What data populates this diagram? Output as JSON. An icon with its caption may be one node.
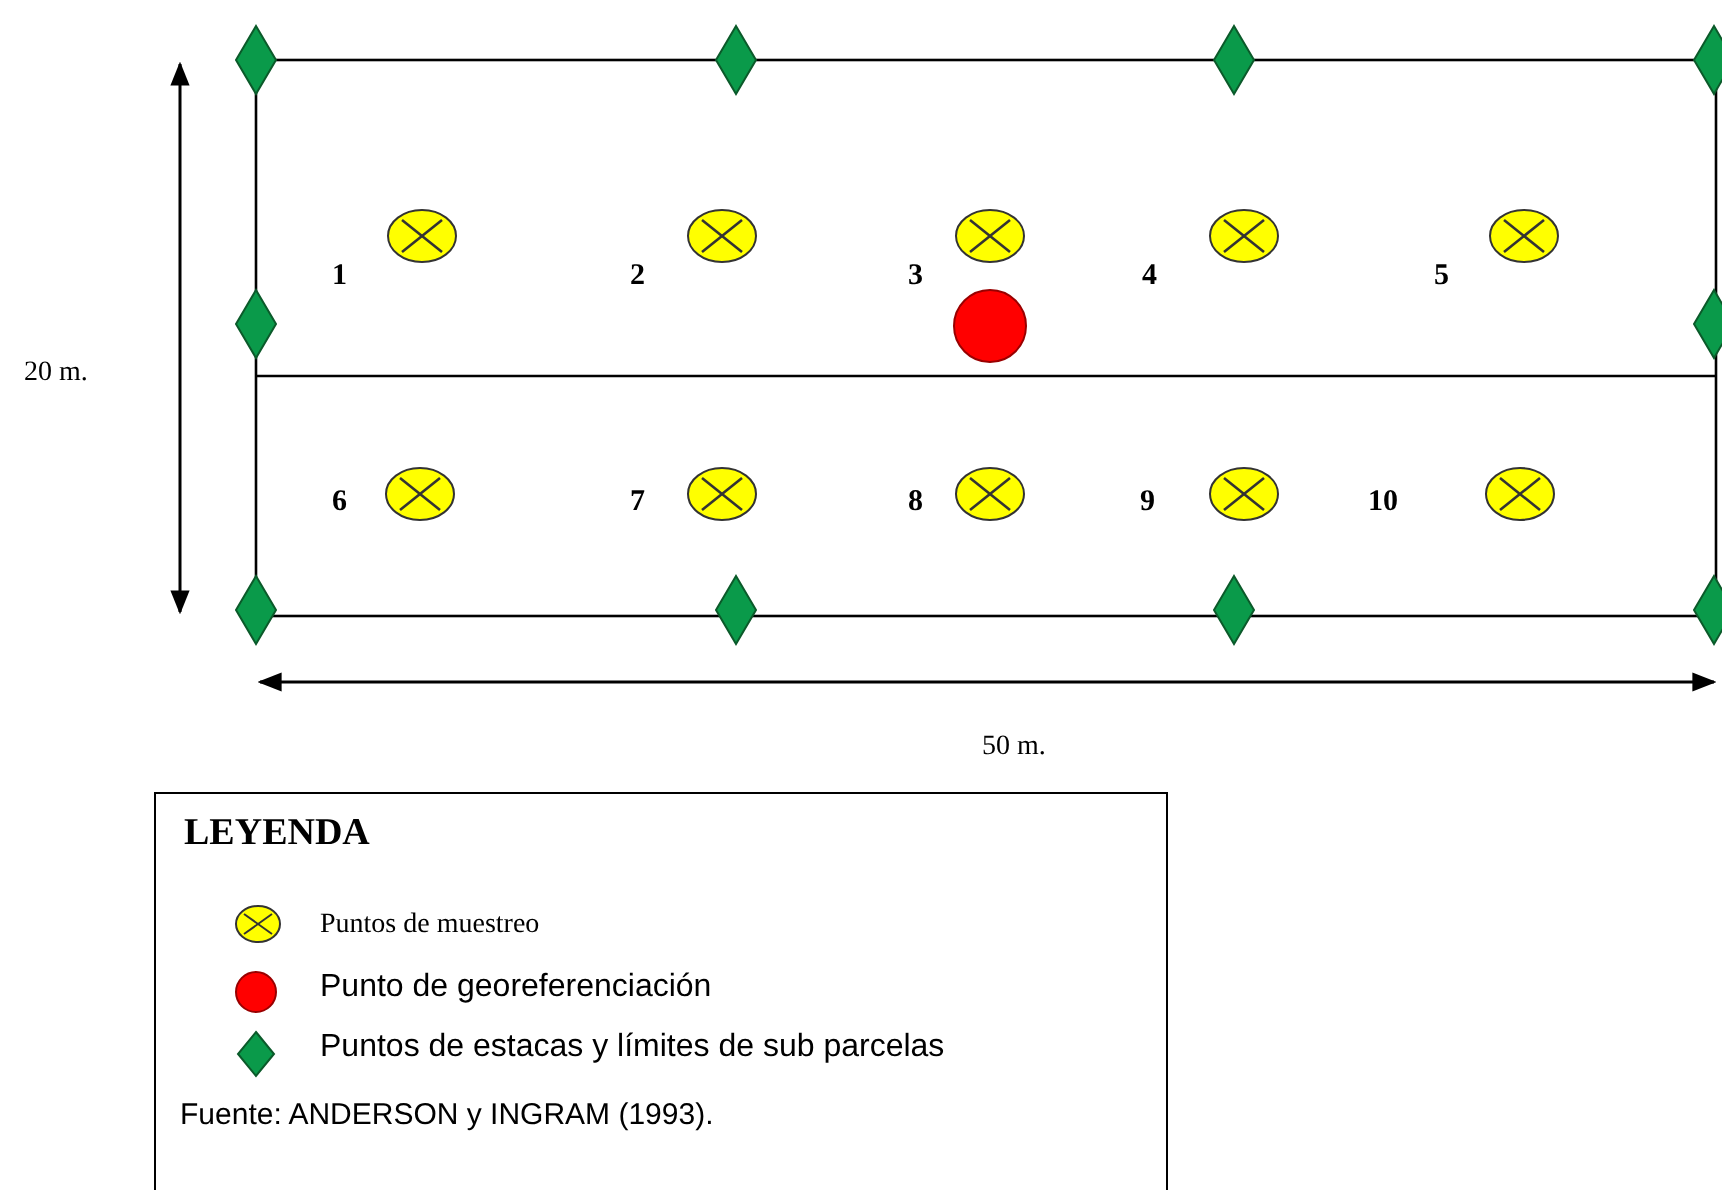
{
  "diagram": {
    "labels": [
      "1",
      "2",
      "3",
      "4",
      "5",
      "20 m.",
      "6",
      "7",
      "8",
      "9",
      "10",
      "50 m.",
      "LEYENDA",
      "Fuente: ANDERSON y INGRAM (1993)."
    ],
    "legend": [
      {
        "text": "Puntos de muestreo"
      },
      {
        "text": "Punto de georeferenciación"
      },
      {
        "text": "Puntos de estacas y límites de sub parcelas"
      }
    ]
  }
}
